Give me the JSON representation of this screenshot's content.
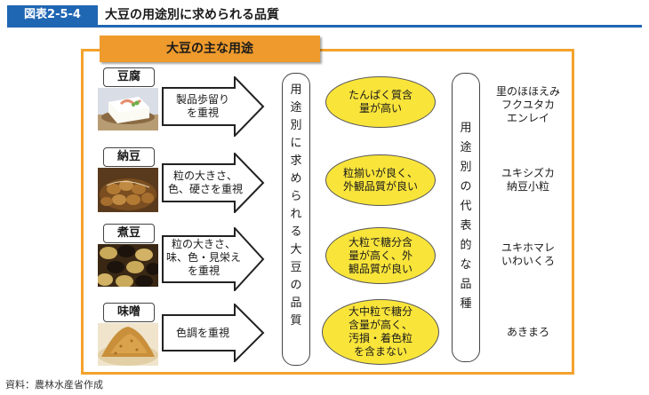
{
  "figure": {
    "label": "図表2-5-4",
    "title": "大豆の用途別に求められる品質",
    "panel_title": "大豆の主な用途"
  },
  "column_headers": {
    "quality": [
      "用",
      "途",
      "別",
      "に",
      "求",
      "め",
      "ら",
      "れ",
      "る",
      "大",
      "豆",
      "の",
      "品",
      "質"
    ],
    "varieties": [
      "用",
      "途",
      "別",
      "の",
      "代",
      "表",
      "的",
      "な",
      "品",
      "種"
    ]
  },
  "rows": [
    {
      "product": "豆腐",
      "requirement": [
        "製品歩留り",
        "を重視"
      ],
      "quality": [
        "たんぱく質含",
        "量が高い"
      ],
      "varieties": [
        "里のほほえみ",
        "フクユタカ",
        "エンレイ"
      ]
    },
    {
      "product": "納豆",
      "requirement": [
        "粒の大きさ、",
        "色、硬さを重視"
      ],
      "quality": [
        "粒揃いが良く、",
        "外観品質が良い"
      ],
      "varieties": [
        "ユキシズカ",
        "納豆小粒"
      ]
    },
    {
      "product": "煮豆",
      "requirement": [
        "粒の大きさ、",
        "味、色・見栄え",
        "を重視"
      ],
      "quality": [
        "大粒で糖分含",
        "量が高く、外",
        "観品質が良い"
      ],
      "varieties": [
        "ユキホマレ",
        "いわいくろ"
      ]
    },
    {
      "product": "味噌",
      "requirement": [
        "色調を重視"
      ],
      "quality": [
        "大中粒で糖分",
        "含量が高く、",
        "汚損・着色粒",
        "を含まない"
      ],
      "varieties": [
        "あきまろ"
      ]
    }
  ],
  "source": "資料：農林水産省作成",
  "colors": {
    "label_blue": "#1f66b3",
    "frame_orange": "#f4a22d",
    "tab_orange": "#ee9a2c",
    "oval_yellow": "#f9e43a"
  },
  "icons": [
    "tofu-photo",
    "natto-photo",
    "boiled-beans-photo",
    "miso-photo",
    "right-arrow-icon"
  ]
}
